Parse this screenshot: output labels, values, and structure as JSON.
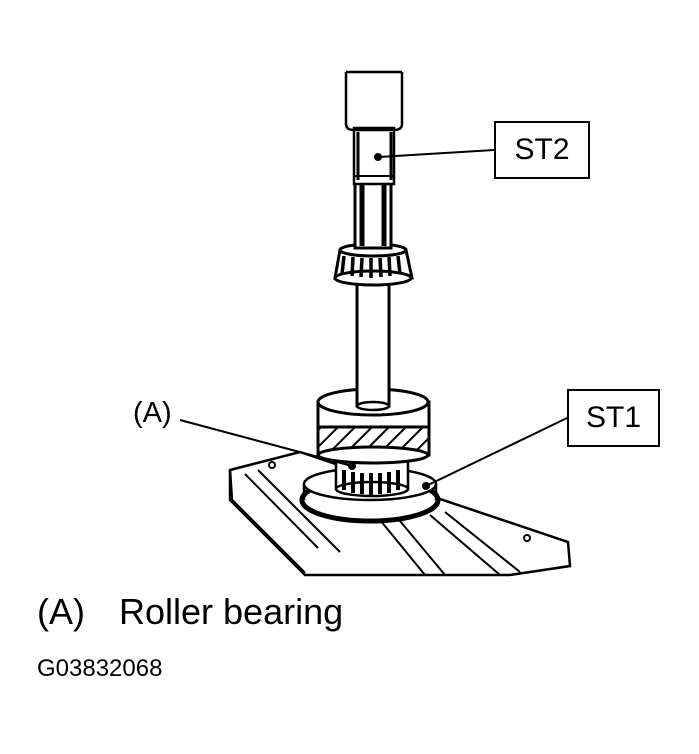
{
  "callouts": {
    "st2": "ST2",
    "st1": "ST1",
    "a": "(A)"
  },
  "legend": {
    "tag": "(A)",
    "text": "Roller bearing"
  },
  "figure_code": "G03832068"
}
